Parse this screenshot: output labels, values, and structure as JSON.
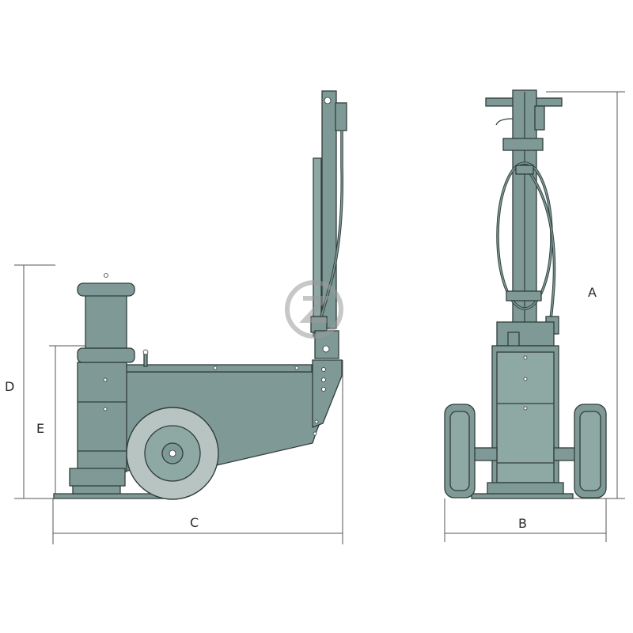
{
  "dimension_labels": {
    "A": "A",
    "B": "B",
    "C": "C",
    "D": "D",
    "E": "E"
  },
  "colors": {
    "body": "#7f9a96",
    "outline": "#2f3d3b",
    "tire": "#b7c4c2",
    "dimension_line": "#555555",
    "watermark": "#9a9a9a"
  },
  "views": [
    "side-view",
    "front-view"
  ],
  "watermark_icon": "circle-z-logo"
}
